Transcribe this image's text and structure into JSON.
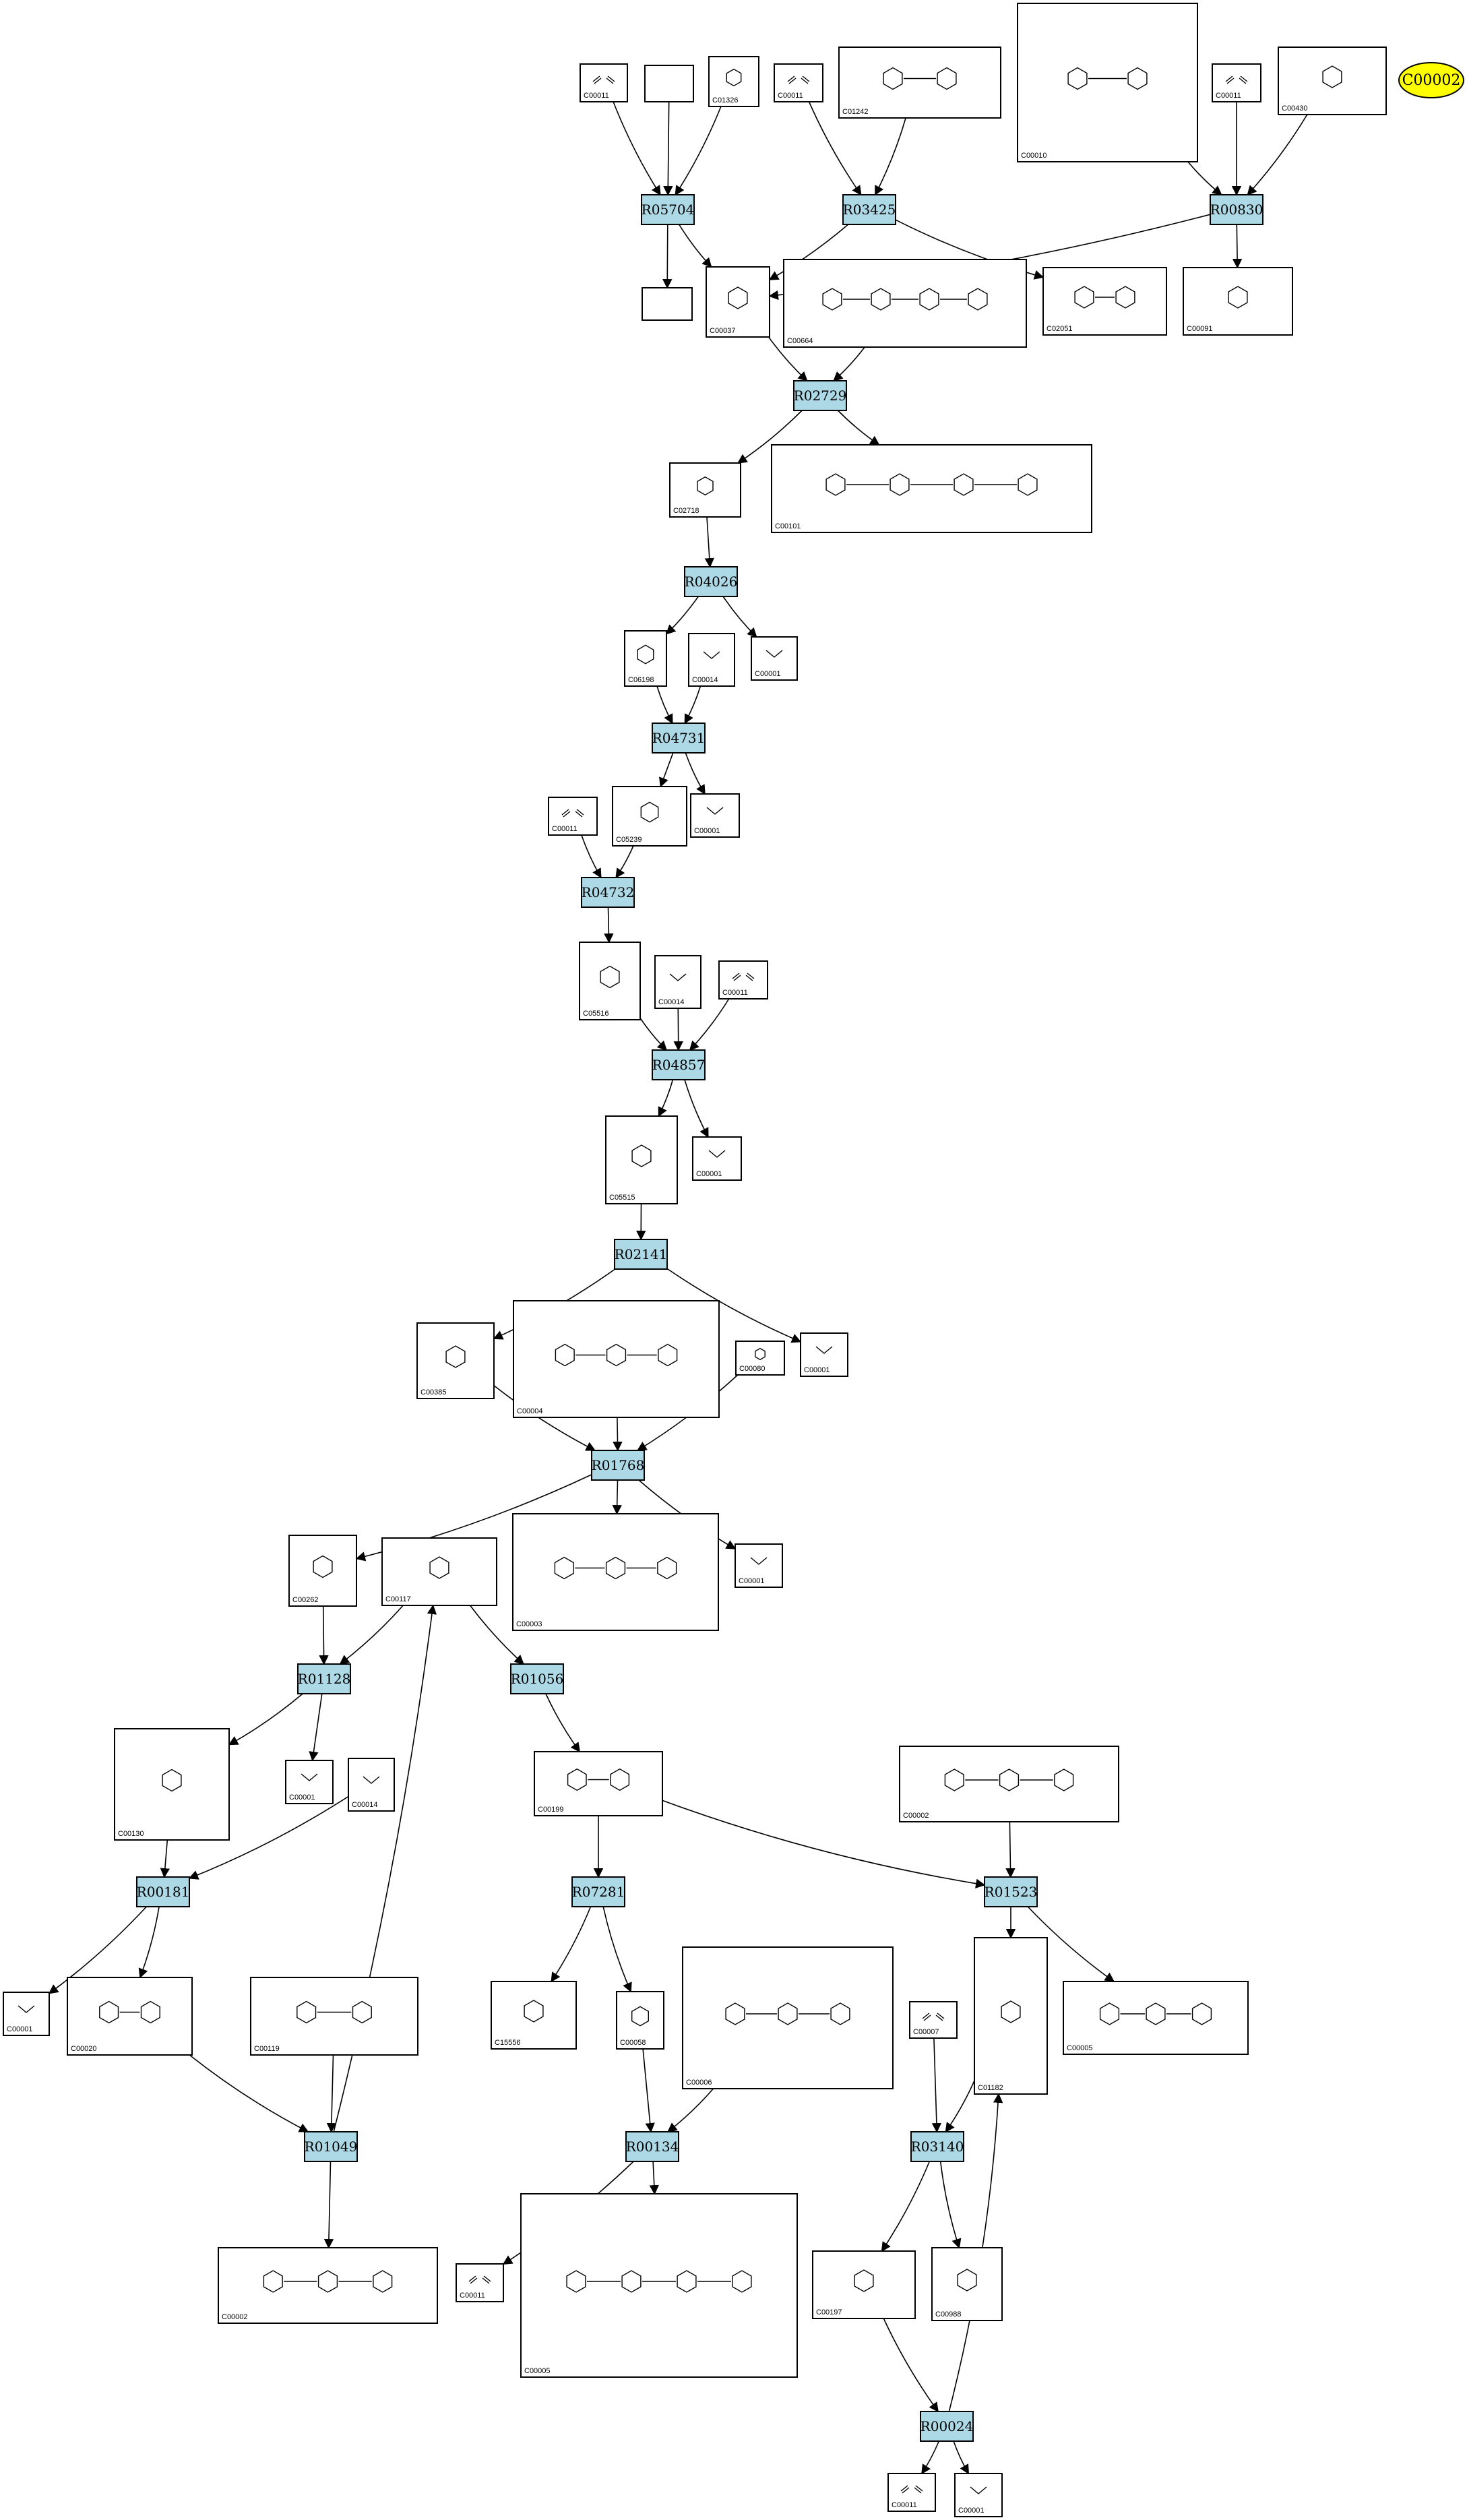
{
  "reactions": [
    {
      "id": "R05704",
      "label": "R05704"
    },
    {
      "id": "R03425",
      "label": "R03425"
    },
    {
      "id": "R00830",
      "label": "R00830"
    },
    {
      "id": "R02729",
      "label": "R02729"
    },
    {
      "id": "R04026",
      "label": "R04026"
    },
    {
      "id": "R04731",
      "label": "R04731"
    },
    {
      "id": "R04732",
      "label": "R04732"
    },
    {
      "id": "R04857",
      "label": "R04857"
    },
    {
      "id": "R02141",
      "label": "R02141"
    },
    {
      "id": "R01768",
      "label": "R01768"
    },
    {
      "id": "R01128",
      "label": "R01128"
    },
    {
      "id": "R01056",
      "label": "R01056"
    },
    {
      "id": "R00181",
      "label": "R00181"
    },
    {
      "id": "R07281",
      "label": "R07281"
    },
    {
      "id": "R01523",
      "label": "R01523"
    },
    {
      "id": "R01049",
      "label": "R01049"
    },
    {
      "id": "R00134",
      "label": "R00134"
    },
    {
      "id": "R03140",
      "label": "R03140"
    },
    {
      "id": "R00024",
      "label": "R00024"
    }
  ],
  "compounds": [
    {
      "id": "c_c00011_a",
      "label": "C00011",
      "structure": "O=C=O"
    },
    {
      "id": "c_blank_a",
      "label": "",
      "structure": ""
    },
    {
      "id": "c_c01326",
      "label": "C01326",
      "structure": "HCN"
    },
    {
      "id": "c_c00011_b",
      "label": "C00011",
      "structure": "O=C=O"
    },
    {
      "id": "c_c01242",
      "label": "C01242",
      "structure": "H2N, SH, N-R"
    },
    {
      "id": "c_c00010",
      "label": "C00010",
      "structure": "CoA"
    },
    {
      "id": "c_c00011_c",
      "label": "C00011",
      "structure": "O=C=O"
    },
    {
      "id": "c_c00430",
      "label": "C00430",
      "structure": "H2N, OH"
    },
    {
      "id": "c_blank_b",
      "label": "",
      "structure": ""
    },
    {
      "id": "c_c00037",
      "label": "C00037",
      "structure": "HO, NH2"
    },
    {
      "id": "c_c00664",
      "label": "C00664",
      "structure": "H2N, OH, HN"
    },
    {
      "id": "c_c02051",
      "label": "C02051",
      "structure": "S-S, N-R"
    },
    {
      "id": "c_c00091",
      "label": "C00091",
      "structure": "HO, S-CoA"
    },
    {
      "id": "c_c02718",
      "label": "C02718",
      "structure": "HN, NH, HO"
    },
    {
      "id": "c_c00101",
      "label": "C00101",
      "structure": "H2N, OH"
    },
    {
      "id": "c_c06198",
      "label": "C06198",
      "structure": "ring"
    },
    {
      "id": "c_c00014_a",
      "label": "C00014",
      "structure": "NH3"
    },
    {
      "id": "c_c00001_a",
      "label": "C00001",
      "structure": "H2O"
    },
    {
      "id": "c_c00011_d",
      "label": "C00011",
      "structure": "O=C=O"
    },
    {
      "id": "c_c05239",
      "label": "C05239",
      "structure": "imidazole"
    },
    {
      "id": "c_c00001_b",
      "label": "C00001",
      "structure": "H2O"
    },
    {
      "id": "c_c05516",
      "label": "C05516",
      "structure": "OH"
    },
    {
      "id": "c_c00014_b",
      "label": "C00014",
      "structure": "NH3"
    },
    {
      "id": "c_c00011_e",
      "label": "C00011",
      "structure": "O=C=O"
    },
    {
      "id": "c_c05515",
      "label": "C05515",
      "structure": "H2N, OH"
    },
    {
      "id": "c_c00001_c",
      "label": "C00001",
      "structure": "H2O"
    },
    {
      "id": "c_c00385",
      "label": "C00385",
      "structure": "xanthine"
    },
    {
      "id": "c_c00004",
      "label": "C00004",
      "structure": "NADH"
    },
    {
      "id": "c_c00080",
      "label": "C00080",
      "structure": "H+"
    },
    {
      "id": "c_c00001_d",
      "label": "C00001",
      "structure": "H2O"
    },
    {
      "id": "c_c00262",
      "label": "C00262",
      "structure": "hypoxanthine"
    },
    {
      "id": "c_c00117",
      "label": "C00117",
      "structure": "ribose-5P"
    },
    {
      "id": "c_c00003",
      "label": "C00003",
      "structure": "NAD+"
    },
    {
      "id": "c_c00001_e",
      "label": "C00001",
      "structure": "H2O"
    },
    {
      "id": "c_c00130",
      "label": "C00130",
      "structure": "IMP"
    },
    {
      "id": "c_c00001_f",
      "label": "C00001",
      "structure": "H2O"
    },
    {
      "id": "c_c00014_c",
      "label": "C00014",
      "structure": "NH3"
    },
    {
      "id": "c_c00199",
      "label": "C00199",
      "structure": "ribulose-5P"
    },
    {
      "id": "c_c00002_a",
      "label": "C00002",
      "structure": "ATP"
    },
    {
      "id": "c_c00001_g",
      "label": "C00001",
      "structure": "H2O"
    },
    {
      "id": "c_c00020",
      "label": "C00020",
      "structure": "AMP"
    },
    {
      "id": "c_c00119",
      "label": "C00119",
      "structure": "PRPP"
    },
    {
      "id": "c_c15556",
      "label": "C15556",
      "structure": "H3C, OH"
    },
    {
      "id": "c_c00058",
      "label": "C00058",
      "structure": "formate"
    },
    {
      "id": "c_c00006",
      "label": "C00006",
      "structure": "NADP+"
    },
    {
      "id": "c_c00007",
      "label": "C00007",
      "structure": "O=O"
    },
    {
      "id": "c_c01182",
      "label": "C01182",
      "structure": "RuBP"
    },
    {
      "id": "c_c00005_a",
      "label": "C00005",
      "structure": "ADP"
    },
    {
      "id": "c_c00002_b",
      "label": "C00002",
      "structure": "ATP"
    },
    {
      "id": "c_c00011_f",
      "label": "C00011",
      "structure": "O=C=O"
    },
    {
      "id": "c_c00005_b",
      "label": "C00005",
      "structure": "NADPH"
    },
    {
      "id": "c_c00197",
      "label": "C00197",
      "structure": "3PG"
    },
    {
      "id": "c_c00988",
      "label": "C00988",
      "structure": "2PG"
    },
    {
      "id": "c_c00011_g",
      "label": "C00011",
      "structure": "O=C=O"
    },
    {
      "id": "c_c00001_h",
      "label": "C00001",
      "structure": "H2O"
    }
  ],
  "highlight": {
    "label": "C00002",
    "color": "#ffff00"
  },
  "colors": {
    "reaction_fill": "#add8e6",
    "node_stroke": "#000000",
    "background": "#ffffff"
  }
}
